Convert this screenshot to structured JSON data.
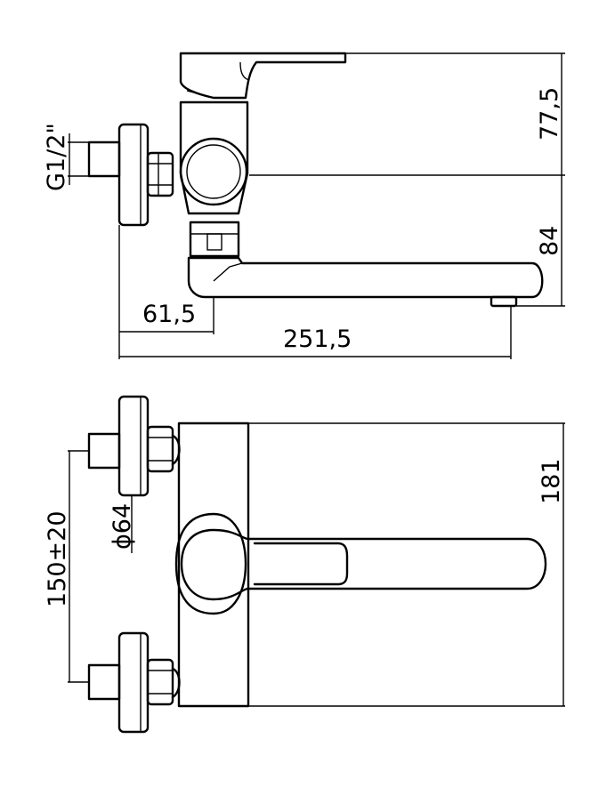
{
  "drawing": {
    "top_view": {
      "thread_label": "G1/2\"",
      "height_upper": "77,5",
      "height_lower": "84",
      "offset_wall": "61,5",
      "spout_reach": "251,5"
    },
    "front_view": {
      "height_body": "181",
      "rosette_diameter": "ϕ64",
      "inlet_spacing": "150±20"
    }
  }
}
